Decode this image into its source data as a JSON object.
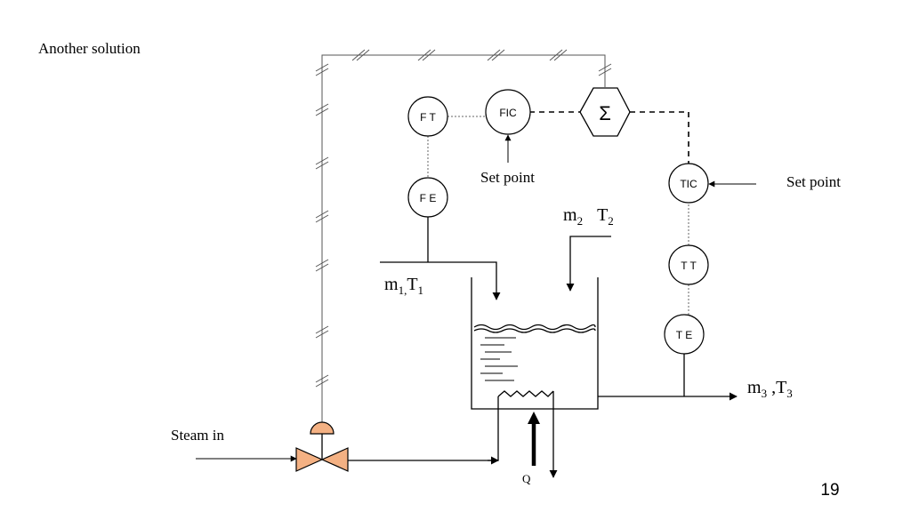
{
  "slide": {
    "title": "Another solution",
    "page_number": "19",
    "page_number_color": "#e0201b"
  },
  "instruments": {
    "ft": "F T",
    "fic": "FIC",
    "fe": "F E",
    "sum": "Σ",
    "tic": "TIC",
    "tt": "T T",
    "te": "T E"
  },
  "labels": {
    "set_point_fic": "Set point",
    "set_point_tic": "Set point",
    "steam_in": "Steam in",
    "heat": "Q"
  },
  "streams": {
    "s1": {
      "m": "m",
      "m_sub": "1,",
      "t": "T",
      "t_sub": "1"
    },
    "s2": {
      "m": "m",
      "m_sub": "2",
      "t": "T",
      "t_sub": "2"
    },
    "s3": {
      "m": "m",
      "m_sub": "3",
      "sep": " ,",
      "t": "T",
      "t_sub": "3"
    }
  },
  "colors": {
    "valve_fill": "#f4b183",
    "valve_stroke": "#000000"
  }
}
